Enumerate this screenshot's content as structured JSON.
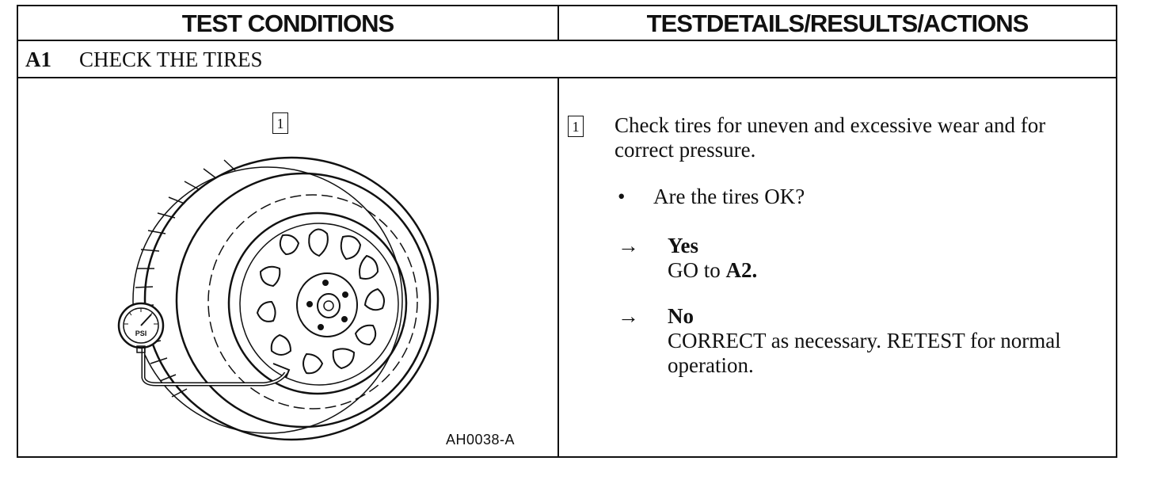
{
  "header": {
    "left": "TEST CONDITIONS",
    "right": "TESTDETAILS/RESULTS/ACTIONS"
  },
  "step": {
    "id": "A1",
    "title": "CHECK THE TIRES"
  },
  "figure": {
    "callout": "1",
    "gauge_label": "PSI",
    "figure_id": "AH0038-A"
  },
  "details": {
    "callout": "1",
    "instruction": "Check tires for uneven and excessive wear and for correct pressure.",
    "bullet": "•",
    "question": "Are the tires OK?",
    "arrow": "→",
    "yes_label": "Yes",
    "yes_action_prefix": "GO to ",
    "yes_action_target": "A2.",
    "no_label": "No",
    "no_action": "CORRECT as necessary. RETEST for normal operation."
  }
}
